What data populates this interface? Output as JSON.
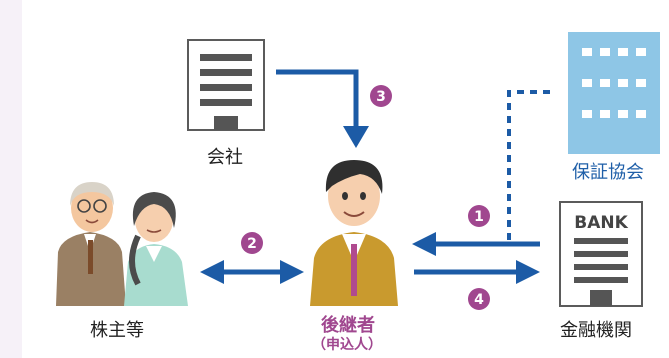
{
  "labels": {
    "company": "会社",
    "guarantee_association": "保証協会",
    "shareholders": "株主等",
    "successor": "後継者",
    "successor_note": "（申込人）",
    "financial_institution": "金融機関",
    "bank_sign": "BANK"
  },
  "steps": {
    "one": "1",
    "two": "2",
    "three": "3",
    "four": "4"
  },
  "colors": {
    "arrow": "#1c5ba6",
    "badge": "#a0478f",
    "building": "#8ec6e6",
    "background_left": "#f6f1f8"
  }
}
